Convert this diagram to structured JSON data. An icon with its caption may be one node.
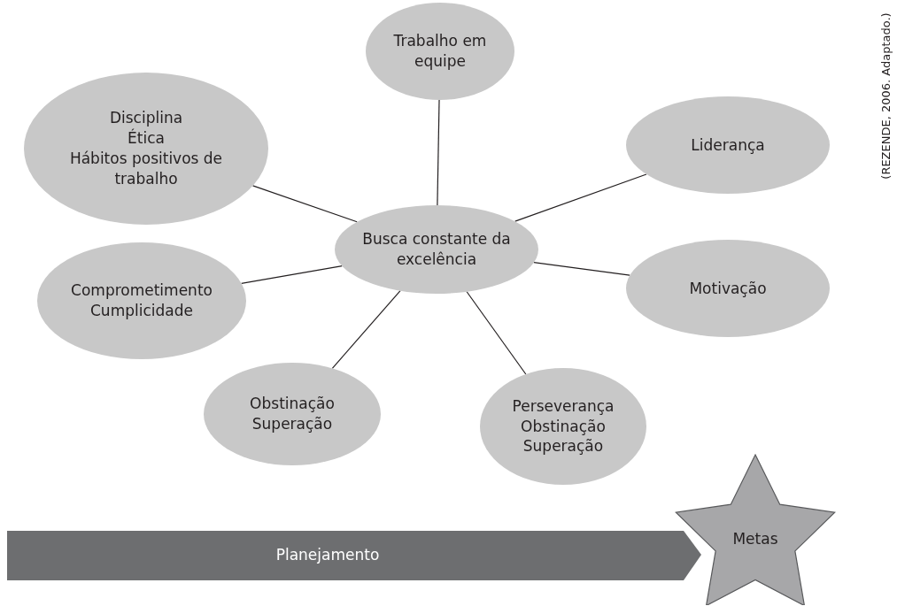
{
  "diagram": {
    "nodes": [
      {
        "text": [
          "Busca constante da excelência"
        ]
      },
      {
        "text": [
          "Trabalho em equipe"
        ]
      },
      {
        "text": [
          "Disciplina",
          "Ética",
          "Hábitos positivos de trabalho"
        ]
      },
      {
        "text": [
          "Liderança"
        ]
      },
      {
        "text": [
          "Comprometimento",
          "Cumplicidade"
        ]
      },
      {
        "text": [
          "Motivação"
        ]
      },
      {
        "text": [
          "Obstinação",
          "Superação"
        ]
      },
      {
        "text": [
          "Perseverança",
          "Obstinação",
          "Superação"
        ]
      },
      {
        "text": [
          "Planejamento"
        ]
      },
      {
        "text": [
          "Metas"
        ]
      }
    ],
    "edges": [
      {
        "from": 0,
        "to": 1,
        "arrow": "none"
      },
      {
        "from": 0,
        "to": 2,
        "arrow": "none"
      },
      {
        "from": 0,
        "to": 3,
        "arrow": "none"
      },
      {
        "from": 0,
        "to": 4,
        "arrow": "none"
      },
      {
        "from": 0,
        "to": 5,
        "arrow": "none"
      },
      {
        "from": 0,
        "to": 6,
        "arrow": "none"
      },
      {
        "from": 0,
        "to": 7,
        "arrow": "none"
      }
    ],
    "labels": [
      "(REZENDE, 2006. Adaptado.)"
    ]
  }
}
